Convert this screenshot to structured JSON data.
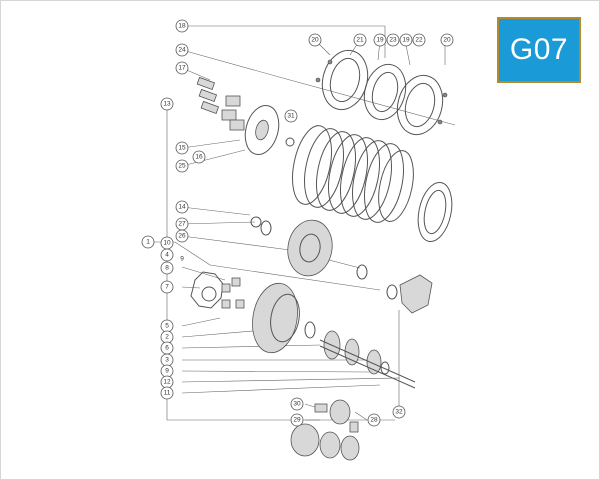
{
  "badge": {
    "label": "G07",
    "color": "#1a9ad6",
    "border": "#b58a2a"
  },
  "callouts": [
    "18",
    "20",
    "21",
    "19",
    "23",
    "19",
    "22",
    "20",
    "24",
    "17",
    "13",
    "31",
    "15",
    "16",
    "25",
    "14",
    "27",
    "26",
    "1",
    "10",
    "4",
    "9",
    "8",
    "7",
    "5",
    "2",
    "6",
    "3",
    "9",
    "12",
    "11",
    "32",
    "30",
    "29",
    "28"
  ]
}
